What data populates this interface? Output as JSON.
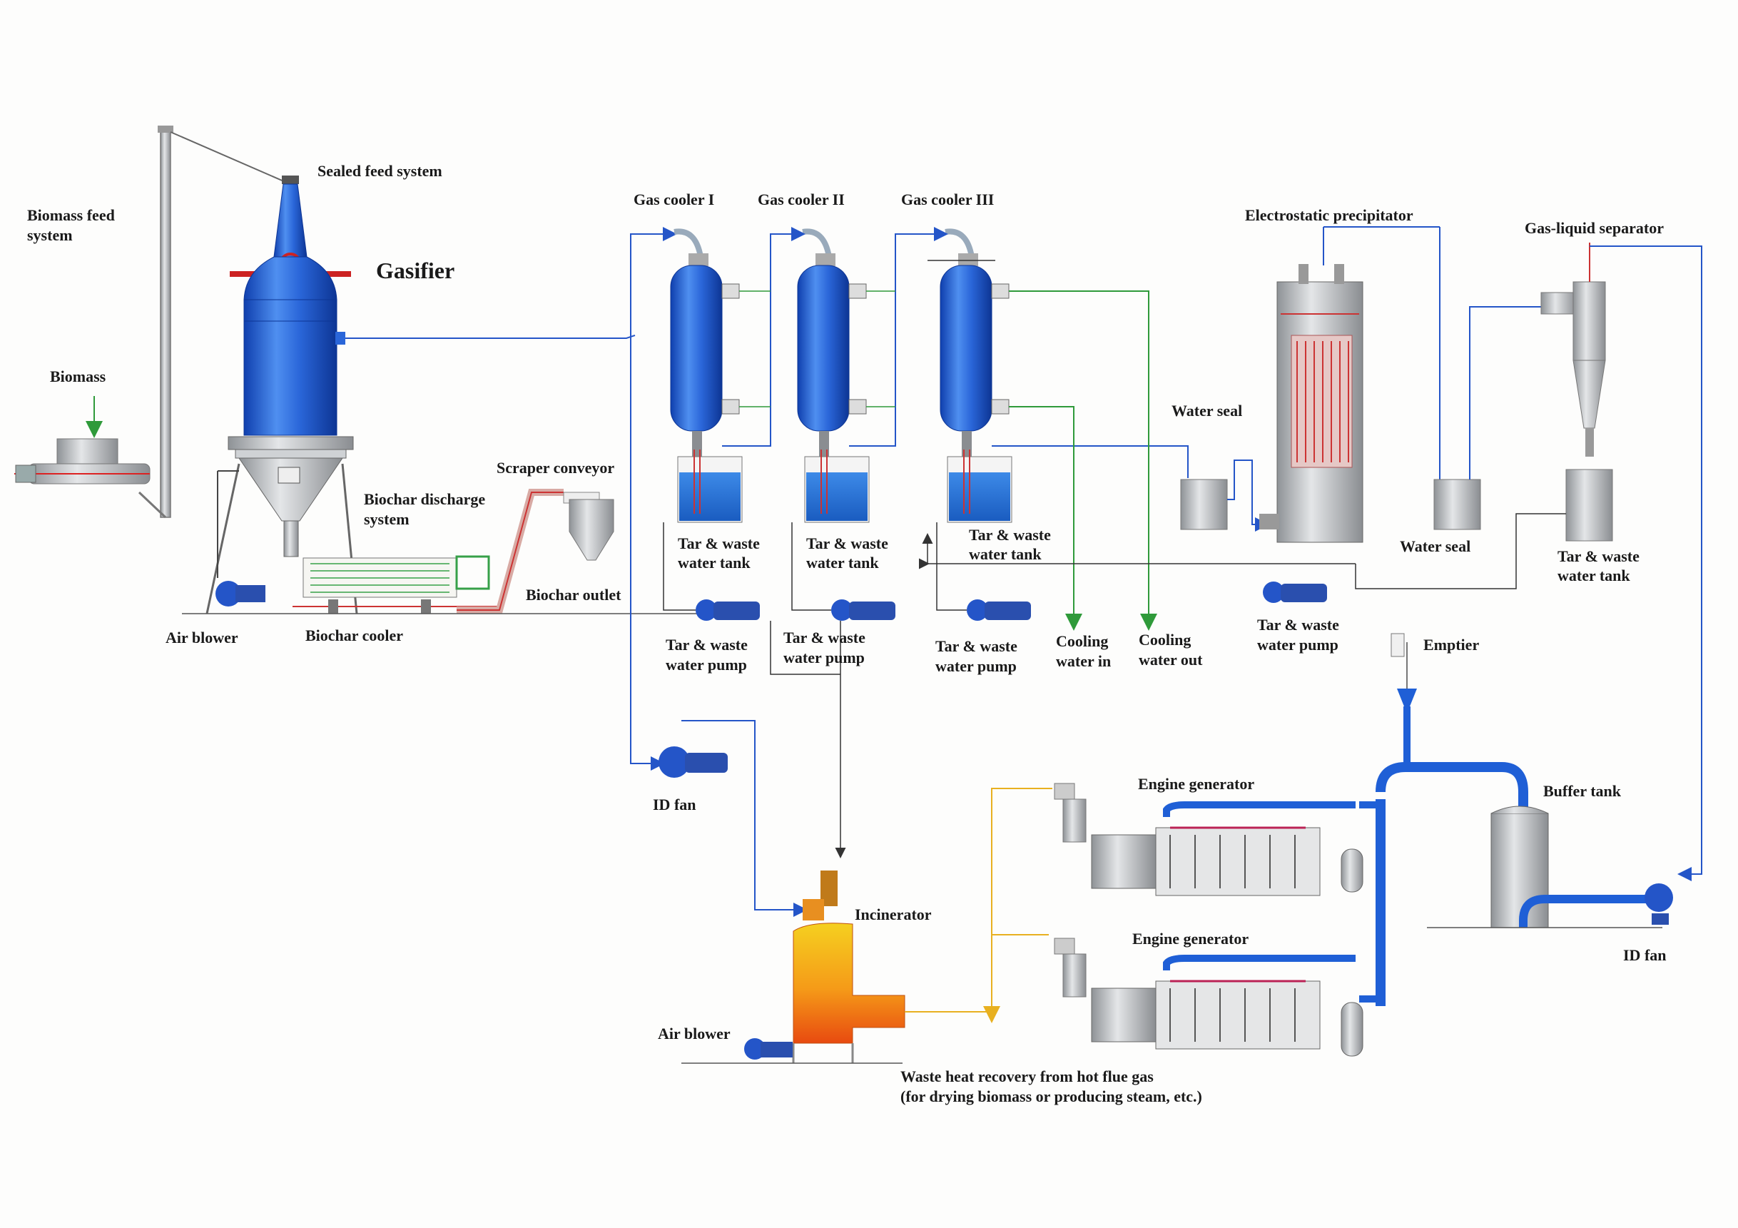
{
  "labels": {
    "biomass_feed_system_l1": "Biomass  feed",
    "biomass_feed_system_l2": "system",
    "sealed_feed_system": "Sealed feed system",
    "gasifier": "Gasifier",
    "biomass": "Biomass",
    "biochar_discharge_l1": "Biochar discharge",
    "biochar_discharge_l2": "system",
    "scraper_conveyor": "Scraper conveyor",
    "biochar_outlet": "Biochar outlet",
    "air_blower_1": "Air blower",
    "biochar_cooler": "Biochar cooler",
    "gas_cooler_1": "Gas cooler I",
    "gas_cooler_2": "Gas cooler II",
    "gas_cooler_3": "Gas cooler III",
    "electrostatic_precipitator": "Electrostatic precipitator",
    "gas_liquid_separator": "Gas-liquid separator",
    "water_seal_1": "Water seal",
    "water_seal_2": "Water seal",
    "tar_tank_1_l1": "Tar & waste",
    "tar_tank_1_l2": "water tank",
    "tar_tank_2_l1": "Tar & waste",
    "tar_tank_2_l2": "water tank",
    "tar_tank_3_l1": "Tar & waste",
    "tar_tank_3_l2": "water tank",
    "tar_tank_4_l1": "Tar & waste",
    "tar_tank_4_l2": "water tank",
    "pump_1_l1": "Tar & waste",
    "pump_1_l2": "water pump",
    "pump_2_l1": "Tar & waste",
    "pump_2_l2": "water pump",
    "pump_3_l1": "Tar & waste",
    "pump_3_l2": "water pump",
    "pump_4_l1": "Tar & waste",
    "pump_4_l2": "water pump",
    "cooling_in_l1": "Cooling",
    "cooling_in_l2": "water in",
    "cooling_out_l1": "Cooling",
    "cooling_out_l2": "water out",
    "emptier": "Emptier",
    "id_fan_1": "ID fan",
    "id_fan_2": "ID fan",
    "engine_generator_1": "Engine generator",
    "engine_generator_2": "Engine generator",
    "buffer_tank": "Buffer tank",
    "incinerator": "Incinerator",
    "air_blower_2": "Air blower",
    "waste_heat_l1": "Waste heat recovery from hot flue gas",
    "waste_heat_l2": "(for drying biomass or producing steam, etc.)"
  },
  "colors": {
    "vessel_blue": "#1f5fd6",
    "vessel_blue_light": "#4f8ff0",
    "gas_line": "#2455c8",
    "cooling_line": "#2f9a3a",
    "flue_line": "#e8b020",
    "water_blue": "#2a73d8",
    "steel": "#b9bcc0",
    "dark_line": "#444444"
  }
}
